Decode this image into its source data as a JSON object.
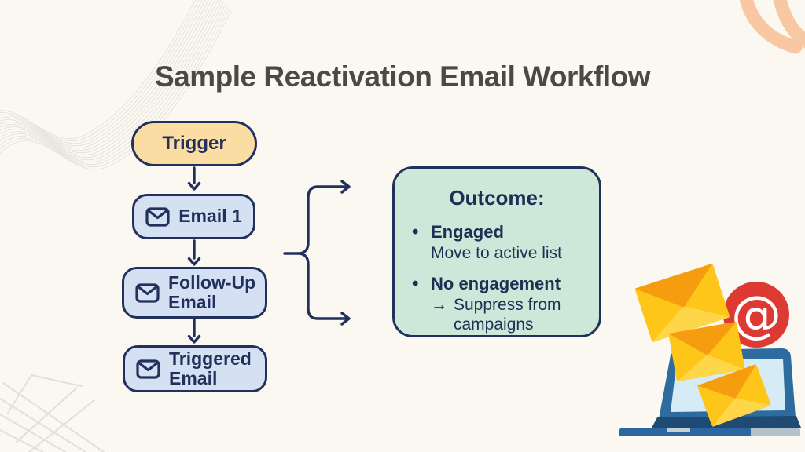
{
  "title": "Sample Reactivation Email Workflow",
  "flow": {
    "nodes": [
      {
        "id": "trigger",
        "label": "Trigger"
      },
      {
        "id": "email-1",
        "label": "Email 1",
        "icon": "envelope-icon"
      },
      {
        "id": "follow-up-email",
        "label": "Follow-Up\nEmail",
        "icon": "envelope-icon"
      },
      {
        "id": "triggered-email",
        "label": "Triggered\nEmail",
        "icon": "envelope-icon"
      }
    ]
  },
  "outcome": {
    "title": "Outcome:",
    "items": [
      {
        "label": "Engaged",
        "arrow": "",
        "detail": "Move to active list"
      },
      {
        "label": "No engagement",
        "arrow": "→",
        "detail": "Suppress from campaigns"
      }
    ]
  },
  "illustration": {
    "name": "laptop-email-illustration",
    "at_symbol": "@"
  },
  "colors": {
    "background": "#faf8f1",
    "title_text": "#4a4a45",
    "navy_stroke_text": "#22315c",
    "trigger_fill": "#fbdca2",
    "email_node_fill": "#d6e0f3",
    "outcome_fill": "#cde8d9",
    "at_badge_red": "#dc3a33",
    "laptop_frame_blue": "#2e6b9e",
    "laptop_screen_blue": "#d5ecf6",
    "laptop_base_blue": "#2a67a0",
    "laptop_base_gray": "#b6c2cb",
    "envelope_yellow": "#ffc61a",
    "envelope_flap_orange": "#f59d0e",
    "corner_peach": "#f8c8a2",
    "deco_gray": "#ccc9c1"
  }
}
